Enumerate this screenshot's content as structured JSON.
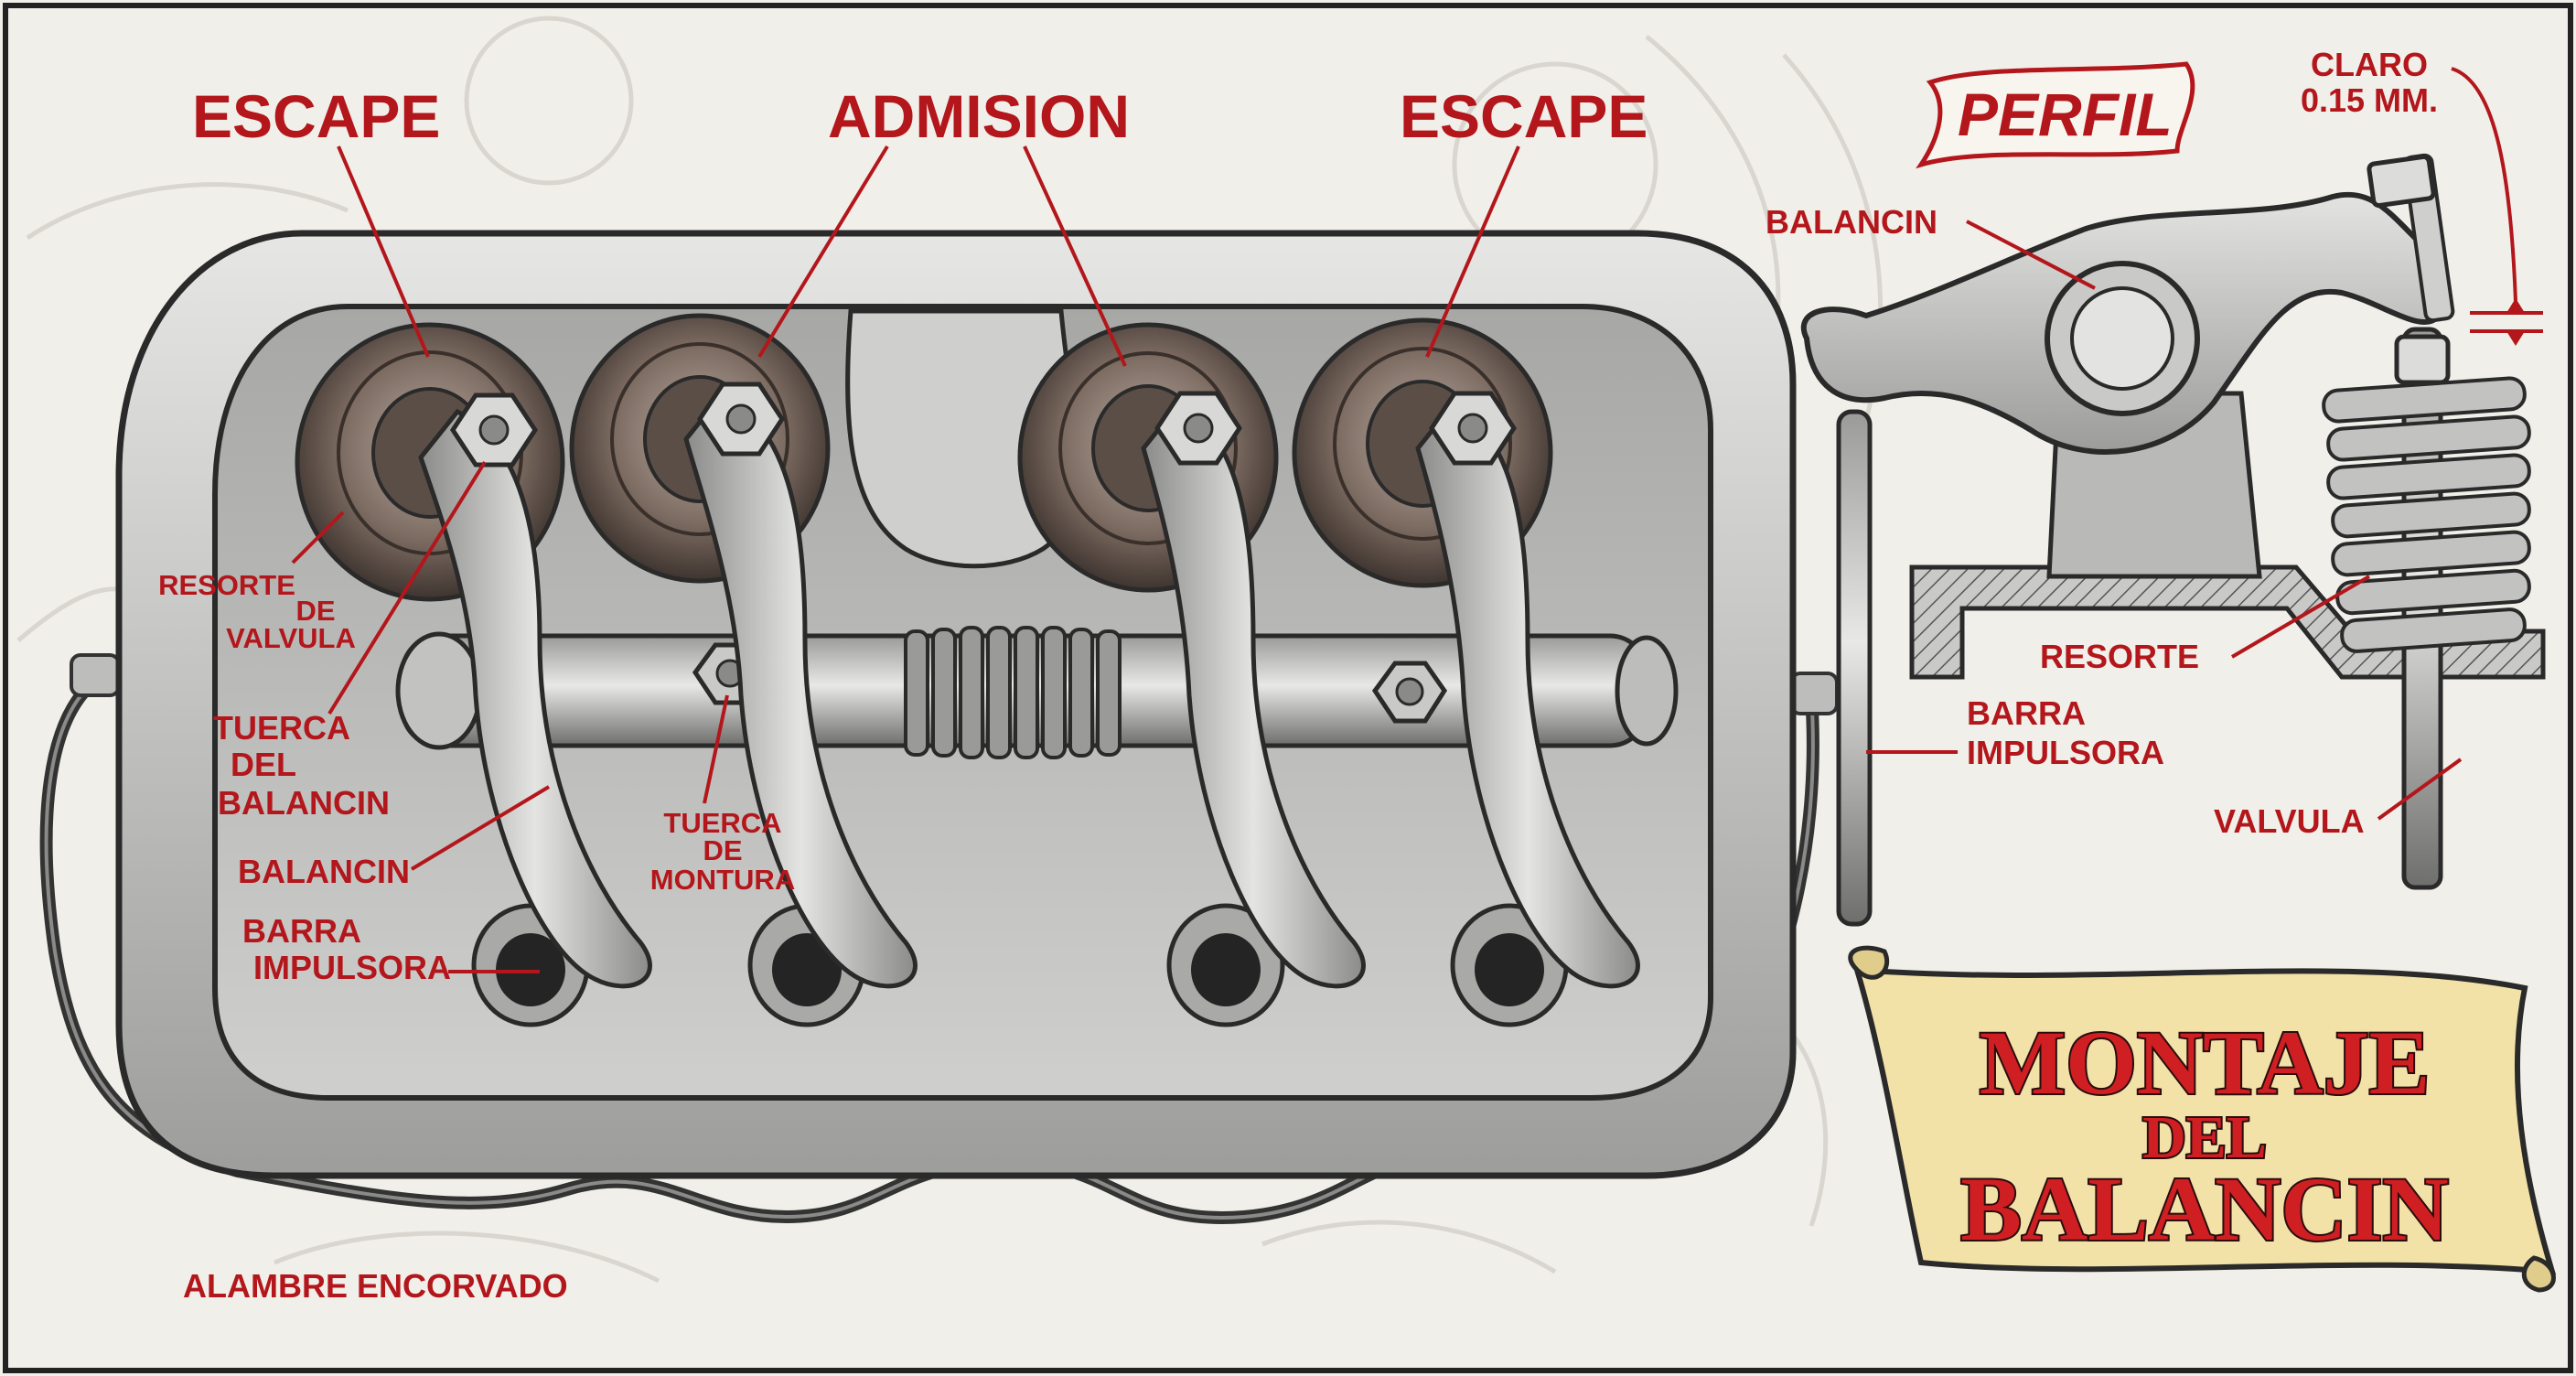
{
  "labels": {
    "escape_left": "ESCAPE",
    "admision": "ADMISION",
    "escape_right": "ESCAPE",
    "resorte_de_valvula": [
      "RESORTE",
      "DE",
      "VALVULA"
    ],
    "tuerca_del_balancin": [
      "TUERCA",
      "DEL",
      "BALANCIN"
    ],
    "balancin_left": "BALANCIN",
    "barra_impulsora_left": [
      "BARRA",
      "IMPULSORA"
    ],
    "tuerca_de_montura": [
      "TUERCA",
      "DE",
      "MONTURA"
    ],
    "alambre_encorvado": "ALAMBRE ENCORVADO",
    "perfil": "PERFIL",
    "claro": [
      "CLARO",
      "0.15 MM."
    ],
    "balancin_profile": "BALANCIN",
    "resorte": "RESORTE",
    "barra_impulsora_right": [
      "BARRA",
      "IMPULSORA"
    ],
    "valvula": "VALVULA"
  },
  "title_banner": [
    "MONTAJE",
    "DEL",
    "BALANCIN"
  ],
  "colors": {
    "label_red": "#b3161b",
    "title_red": "#cf1f23",
    "banner_parchment": "#f2e2a8",
    "metal_light": "#d4d4d2",
    "metal_dark": "#6d6d6b",
    "background": "#f1efe9"
  }
}
